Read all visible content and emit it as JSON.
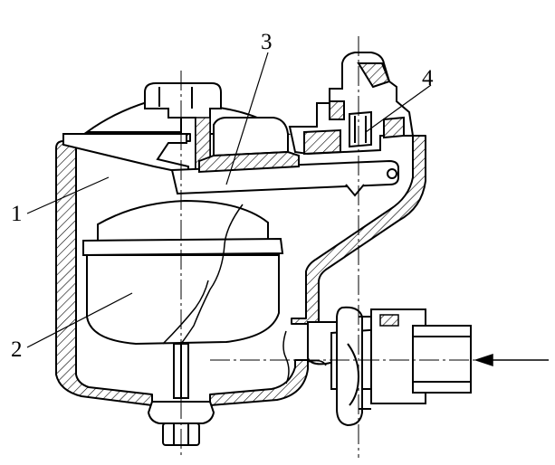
{
  "diagram": {
    "type": "technical-section-drawing",
    "callouts": [
      {
        "id": "1",
        "label": "1"
      },
      {
        "id": "2",
        "label": "2"
      },
      {
        "id": "3",
        "label": "3"
      },
      {
        "id": "4",
        "label": "4"
      }
    ],
    "colors": {
      "line": "#000000",
      "background": "#ffffff"
    }
  }
}
